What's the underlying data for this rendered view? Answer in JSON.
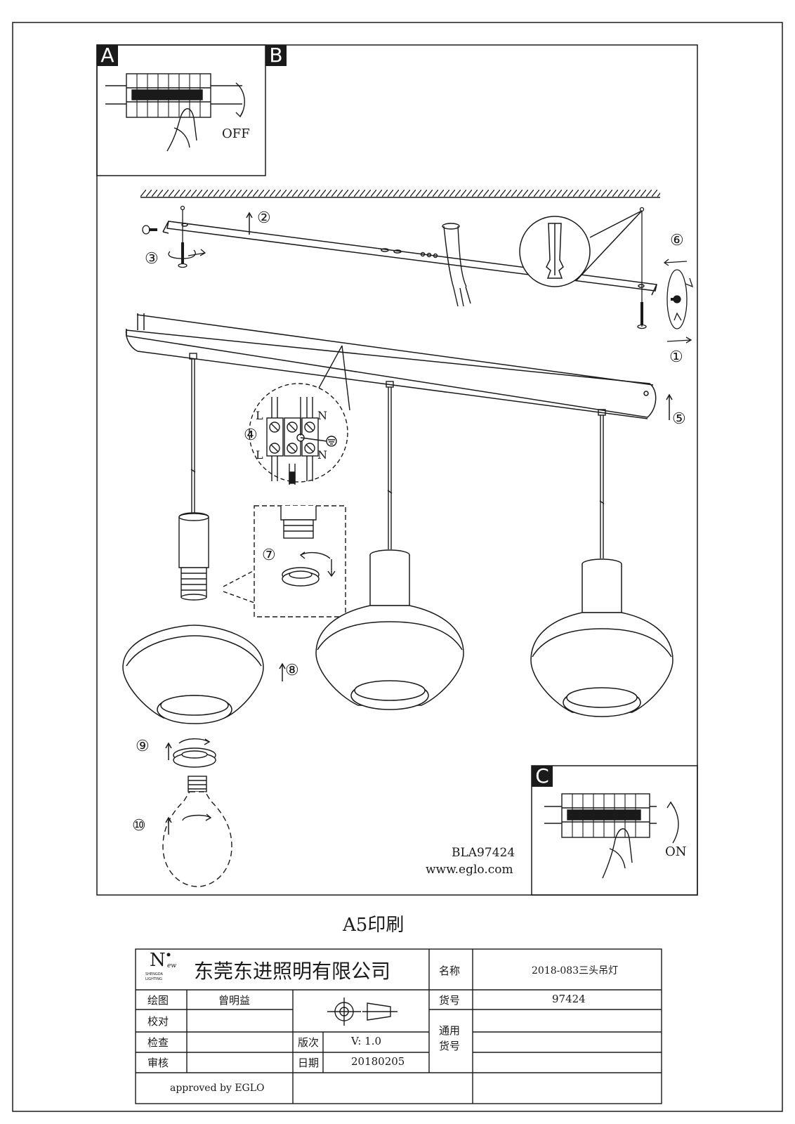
{
  "panels": {
    "a": {
      "letter": "A",
      "switch_state": "OFF"
    },
    "b": {
      "letter": "B"
    },
    "c": {
      "letter": "C",
      "switch_state": "ON"
    }
  },
  "steps": [
    "①",
    "②",
    "③",
    "④",
    "⑤",
    "⑥",
    "⑦",
    "⑧",
    "⑨",
    "⑩"
  ],
  "terminal": {
    "live_top": "L",
    "live_bottom": "L",
    "neutral_top": "N",
    "neutral_bottom": "N"
  },
  "model_code": "BLA97424",
  "website": "www.eglo.com",
  "print_note": "A5印刷",
  "title_block": {
    "logo_letter": "N",
    "logo_mark": "ew",
    "logo_small_1": "SHENGDA",
    "logo_small_2": "LIGHTING",
    "company": "东莞东进照明有限公司",
    "name_label": "名称",
    "name_value": "2018-083三头吊灯",
    "drawn_label": "绘图",
    "drawn_value": "曾明益",
    "check_label": "校对",
    "inspect_label": "检查",
    "review_label": "审核",
    "version_label": "版次",
    "version_value": "V: 1.0",
    "date_label": "日期",
    "date_value": "20180205",
    "item_label": "货号",
    "item_value": "97424",
    "general_item_label_1": "通用",
    "general_item_label_2": "货号",
    "approved": "approved by EGLO"
  }
}
